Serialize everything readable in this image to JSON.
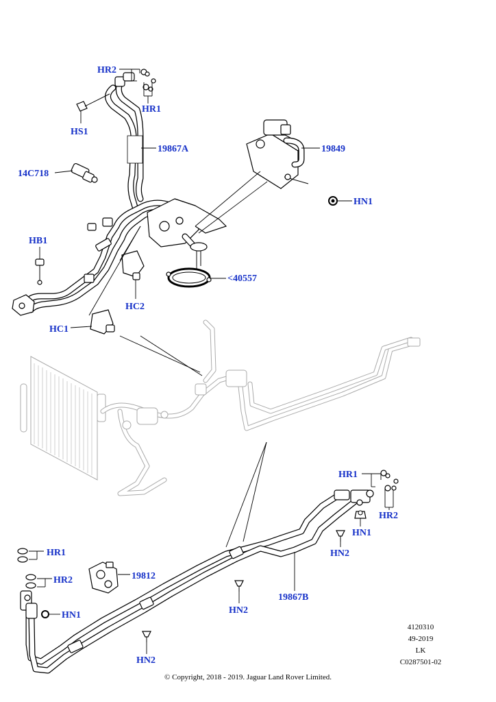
{
  "labels": {
    "hr2_top": "HR2",
    "hr1_top": "HR1",
    "hs1": "HS1",
    "p19867a": "19867A",
    "p14c718": "14C718",
    "p19849": "19849",
    "hn1_top": "HN1",
    "hb1": "HB1",
    "p40557": "<40557",
    "hc2": "HC2",
    "hc1": "HC1",
    "hr1_right": "HR1",
    "hr2_right": "HR2",
    "hn1_right": "HN1",
    "hn2_right": "HN2",
    "hr1_left": "HR1",
    "hr2_left": "HR2",
    "p19812": "19812",
    "hn1_left": "HN1",
    "hn2_mid": "HN2",
    "p19867b": "19867B",
    "hn2_bottom": "HN2"
  },
  "info": {
    "line1": "4120310",
    "line2": "49-2019",
    "line3": "LK",
    "line4": "C0287501-02"
  },
  "copyright": "© Copyright, 2018 - 2019. Jaguar Land Rover Limited.",
  "colors": {
    "label": "#1530c8",
    "line": "#000000",
    "ghost": "#b8b8b8"
  }
}
